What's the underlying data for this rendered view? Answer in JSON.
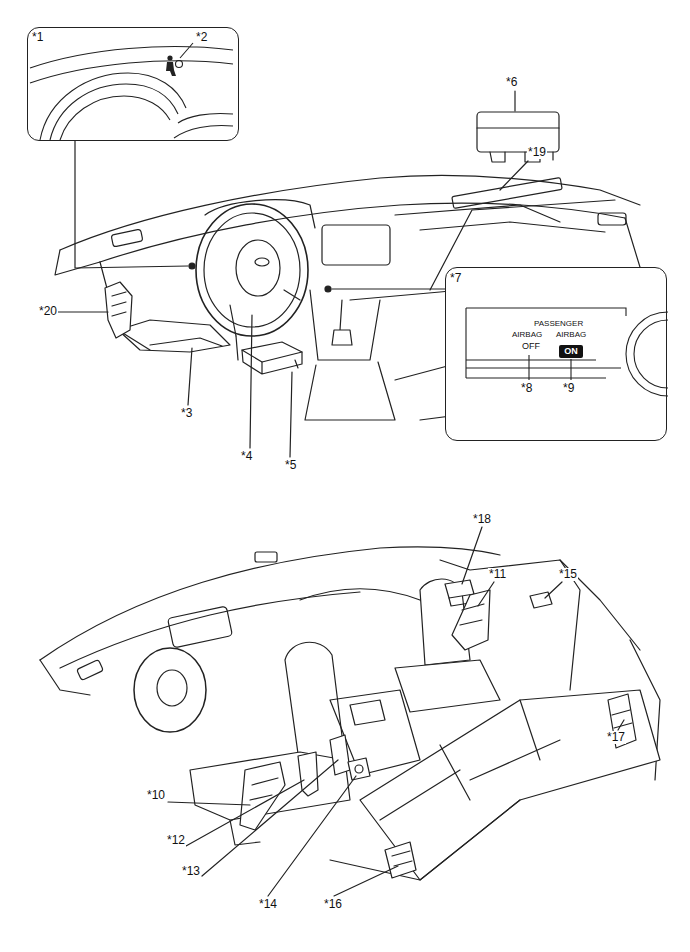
{
  "diagram": {
    "nodes": [
      {
        "text": [
          "*1",
          "*2"
        ]
      },
      {
        "text": [
          "*7",
          "PASSENGER",
          "AIRBAG",
          "OFF",
          "AIRBAG",
          "*8",
          "*9"
        ]
      },
      {
        "text": [
          "ON"
        ],
        "in": 1
      }
    ],
    "labels": [
      "*6",
      "*19",
      "*20",
      "*3",
      "*4",
      "*5",
      "*18",
      "*11",
      "*15",
      "*17",
      "*10",
      "*12",
      "*13",
      "*14",
      "*16"
    ]
  }
}
